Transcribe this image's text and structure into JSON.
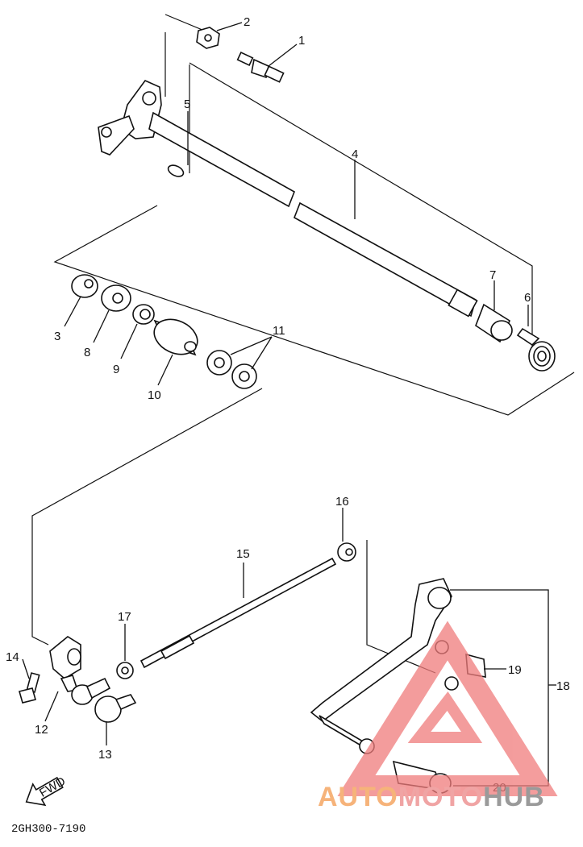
{
  "diagram_code": "2GH300-7190",
  "fwd_label": "FWD",
  "watermark": {
    "part1": "AUTO",
    "part2": "MOTO",
    "part3": "HUB"
  },
  "labels": {
    "p1": "1",
    "p2": "2",
    "p3": "3",
    "p4": "4",
    "p5": "5",
    "p6": "6",
    "p7": "7",
    "p8": "8",
    "p9": "9",
    "p10": "10",
    "p11": "11",
    "p12": "12",
    "p13": "13",
    "p14": "14",
    "p15": "15",
    "p16": "16",
    "p17": "17",
    "p18": "18",
    "p19": "19",
    "p20": "20"
  },
  "colors": {
    "ink": "#111111",
    "watermark_orange": "#f6b37a",
    "watermark_red": "#f08080",
    "watermark_gray": "#9a9a9a"
  }
}
